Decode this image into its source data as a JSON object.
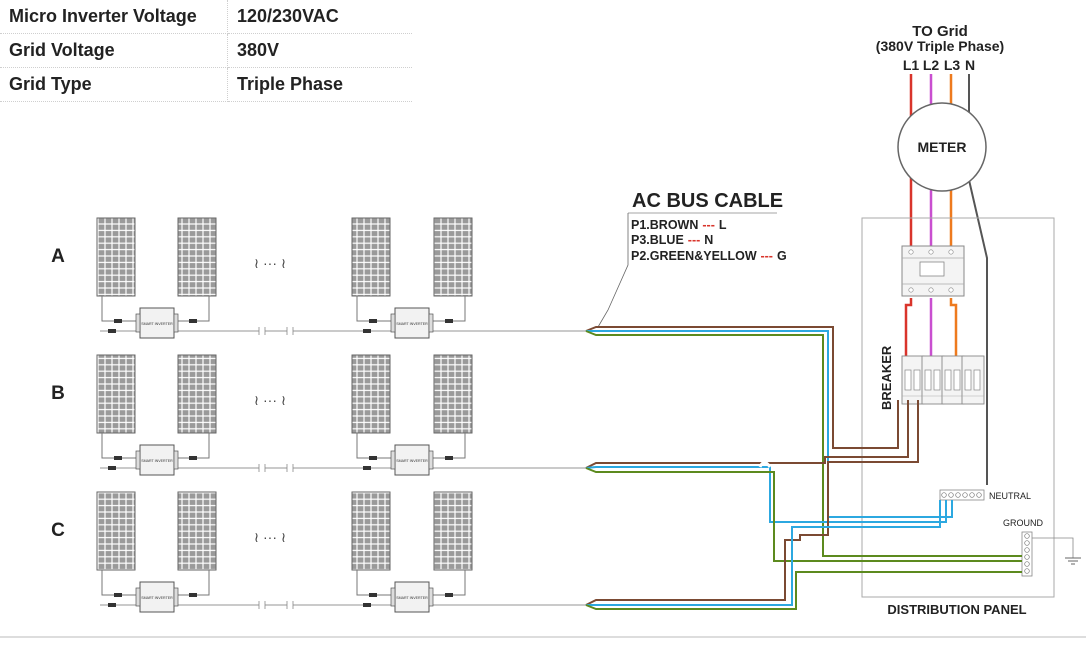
{
  "specs": [
    {
      "label": "Micro Inverter Voltage",
      "value": "120/230VAC"
    },
    {
      "label": "Grid  Voltage",
      "value": "380V"
    },
    {
      "label": "Grid Type",
      "value": "Triple Phase"
    }
  ],
  "grid": {
    "title": "TO Grid",
    "subtitle": "(380V Triple Phase)",
    "phases": [
      "L1",
      "L2",
      "L3",
      "N"
    ]
  },
  "meter_label": "METER",
  "ac_bus": {
    "title": "AC BUS CABLE",
    "legend": [
      {
        "code": "P1.BROWN",
        "dash": "---",
        "line": "L"
      },
      {
        "code": "P3.BLUE",
        "dash": "---",
        "line": "N"
      },
      {
        "code": "P2.GREEN&YELLOW",
        "dash": "---",
        "line": "G"
      }
    ]
  },
  "rows": [
    "A",
    "B",
    "C"
  ],
  "inverter_label": "SMART INVERTER",
  "continuation_symbol": "≀ ··· ≀",
  "breaker_label": "BREAKER",
  "neutral_label": "NEUTRAL",
  "ground_label": "GROUND",
  "panel_label": "DISTRIBUTION PANEL",
  "colors": {
    "L1": "#d9342b",
    "L2": "#c94fd0",
    "L3": "#ee7a1e",
    "N": "#555555",
    "brown": "#7b4a33",
    "blue": "#2ca8e0",
    "green": "#5c8a1e",
    "panel": "#aaaaaa"
  }
}
